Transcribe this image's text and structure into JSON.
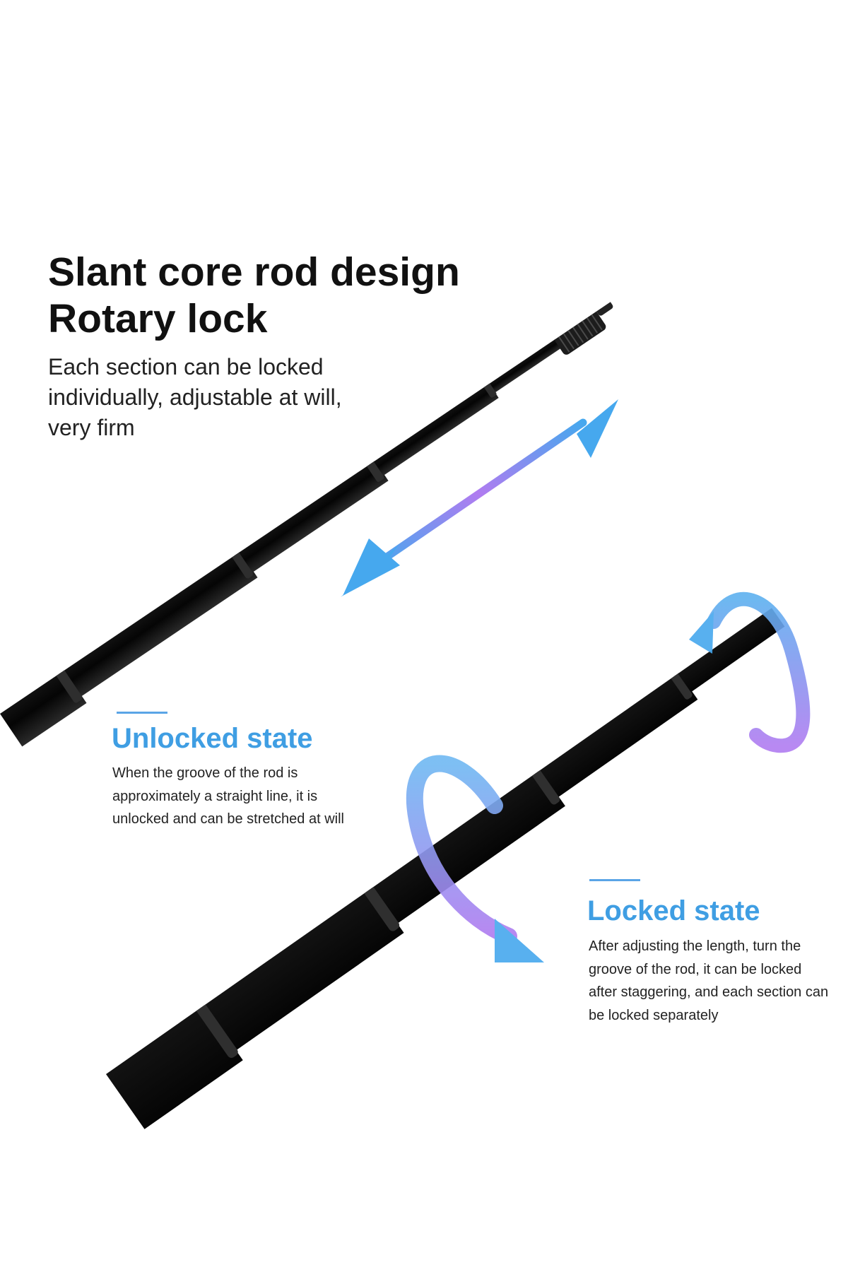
{
  "headline": {
    "line1": "Slant core rod design",
    "line2": "Rotary lock"
  },
  "subtitle": "Each section can be locked individually, adjustable at will, very firm",
  "unlocked": {
    "title": "Unlocked state",
    "text": "When the groove of the rod is approximately a straight line, it is unlocked and can be stretched at will"
  },
  "locked": {
    "title": "Locked state",
    "text": "After adjusting the length, turn the groove of the rod, it can be locked after staggering, and each section can be locked separately"
  },
  "colors": {
    "accent_blue": "#3f9ee3",
    "arrow_blue": "#46a8ee",
    "arrow_purple": "#b07cf0",
    "rod_black": "#111111"
  }
}
